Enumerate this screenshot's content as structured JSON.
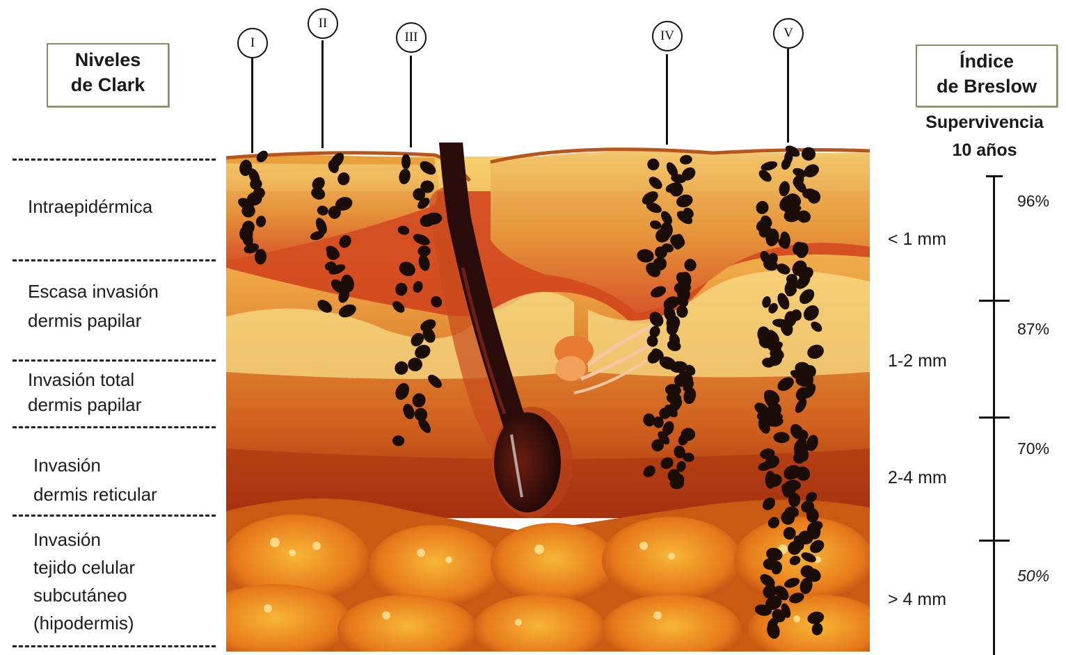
{
  "clark_box": {
    "line1": "Niveles",
    "line2": "de Clark"
  },
  "breslow_box": {
    "line1": "Índice",
    "line2": "de Breslow"
  },
  "survival_title": {
    "line1": "Supervivencia",
    "line2": "10 años"
  },
  "roman_levels": [
    "I",
    "II",
    "III",
    "IV",
    "V"
  ],
  "levels": [
    {
      "lines": [
        "Intraepidérmica"
      ]
    },
    {
      "lines": [
        "Escasa invasión",
        "dermis papilar"
      ]
    },
    {
      "lines": [
        "Invasión total",
        "dermis papilar"
      ]
    },
    {
      "lines": [
        "Invasión",
        "dermis reticular"
      ]
    },
    {
      "lines": [
        "Invasión",
        "tejido celular",
        "subcutáneo",
        "(hipodermis)"
      ]
    }
  ],
  "breslow": [
    "< 1 mm",
    "1-2 mm",
    "2-4 mm",
    "> 4 mm"
  ],
  "survival": [
    "96%",
    "87%",
    "70%",
    "50%"
  ],
  "colors": {
    "epidermis": "#e7a030",
    "dermis": "#c83a16",
    "papillary": "#f6c760",
    "fat": "#e07812",
    "melanoma": "#1a0d08",
    "hair": "#2a0c0a"
  }
}
